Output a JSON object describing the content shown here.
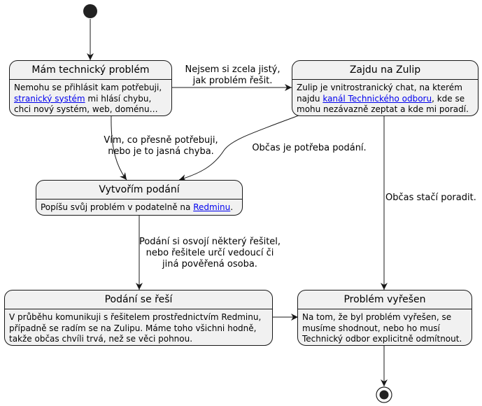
{
  "states": {
    "problem": {
      "title": "Mám technický problém",
      "lines": [
        {
          "segments": [
            {
              "text": "Nemohu se přihlásit kam potřebuji,"
            }
          ]
        },
        {
          "segments": [
            {
              "text": "stranický systém",
              "link": true
            },
            {
              "text": " mi hlásí chybu,"
            }
          ]
        },
        {
          "segments": [
            {
              "text": "chci nový systém, web, doménu…"
            }
          ]
        }
      ]
    },
    "zulip": {
      "title": "Zajdu na Zulip",
      "lines": [
        {
          "segments": [
            {
              "text": "Zulip je vnitrostranický chat, na kterém"
            }
          ]
        },
        {
          "segments": [
            {
              "text": "najdu "
            },
            {
              "text": "kanál Technického odboru",
              "link": true
            },
            {
              "text": ", kde se"
            }
          ]
        },
        {
          "segments": [
            {
              "text": "mohu nezávazně zeptat a kde mi poradí."
            }
          ]
        }
      ]
    },
    "submission": {
      "title": "Vytvořím podání",
      "lines": [
        {
          "segments": [
            {
              "text": "Popíšu svůj problém v podatelně na "
            },
            {
              "text": "Redminu",
              "link": true
            },
            {
              "text": "."
            }
          ]
        }
      ]
    },
    "solving": {
      "title": "Podání se řeší",
      "lines": [
        {
          "segments": [
            {
              "text": "V průběhu komunikuji s řešitelem prostřednictvím Redminu,"
            }
          ]
        },
        {
          "segments": [
            {
              "text": "případně se radím se na Zulipu. Máme toho všichni hodně,"
            }
          ]
        },
        {
          "segments": [
            {
              "text": "takže občas chvíli trvá, než se věci pohnou."
            }
          ]
        }
      ]
    },
    "solved": {
      "title": "Problém vyřešen",
      "lines": [
        {
          "segments": [
            {
              "text": "Na tom, že byl problém vyřešen, se"
            }
          ]
        },
        {
          "segments": [
            {
              "text": "musíme shodnout, nebo ho musí"
            }
          ]
        },
        {
          "segments": [
            {
              "text": "Technický odbor explicitně odmítnout."
            }
          ]
        }
      ]
    }
  },
  "edges": {
    "problem_to_zulip": [
      "Nejsem si zcela jistý,",
      "jak problém řešit."
    ],
    "problem_to_submission": [
      "Vím, co přesně potřebuji,",
      "nebo je to jasná chyba."
    ],
    "zulip_to_submission": [
      "Občas je potřeba podání."
    ],
    "zulip_to_solved": [
      "Občas stačí poradit."
    ],
    "submission_to_solving": [
      "Podání si osvojí některý řešitel,",
      "nebo řešitele určí vedoucí či",
      "jiná pověřená osoba."
    ]
  },
  "colors": {
    "state_fill": "#f1f1f1",
    "stroke": "#181818",
    "link": "#0000ee"
  }
}
